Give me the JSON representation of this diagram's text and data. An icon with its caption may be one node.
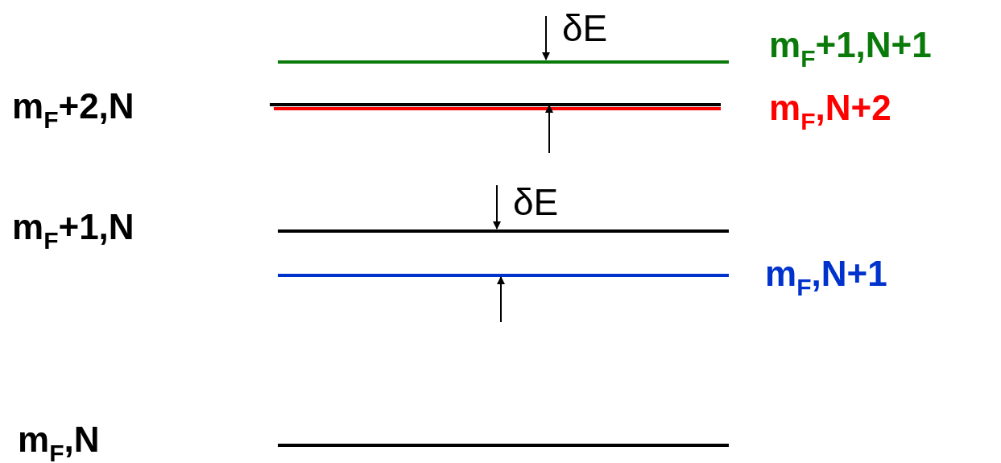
{
  "diagram": {
    "labels": [
      "δE",
      "m$_{F}$+1,N+1",
      "m$_{F}$+2,N",
      "m$_{F}$,N+2",
      "δE",
      "m$_{F}$+1,N",
      "m$_{F}$,N+1",
      "m$_{F}$,N"
    ]
  }
}
